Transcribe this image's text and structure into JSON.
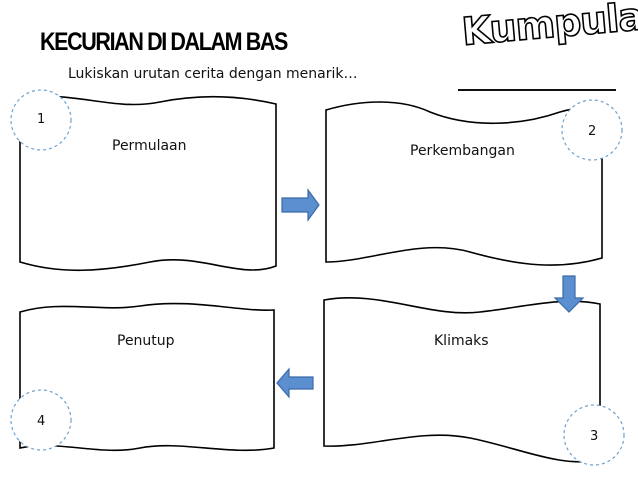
{
  "header": {
    "title": "KECURIAN DI DALAM BAS",
    "subtitle": "Lukiskan urutan cerita dengan menarik…",
    "logo_text": "Kumpulan"
  },
  "panels": [
    {
      "label": "Permulaan",
      "number": "1"
    },
    {
      "label": "Perkembangan",
      "number": "2"
    },
    {
      "label": "Klimaks",
      "number": "3"
    },
    {
      "label": "Penutup",
      "number": "4"
    }
  ],
  "colors": {
    "arrow_fill": "#5b8fd0",
    "arrow_stroke": "#3a6aa8",
    "circle_stroke": "#6fa0cc",
    "panel_stroke": "#000000"
  }
}
